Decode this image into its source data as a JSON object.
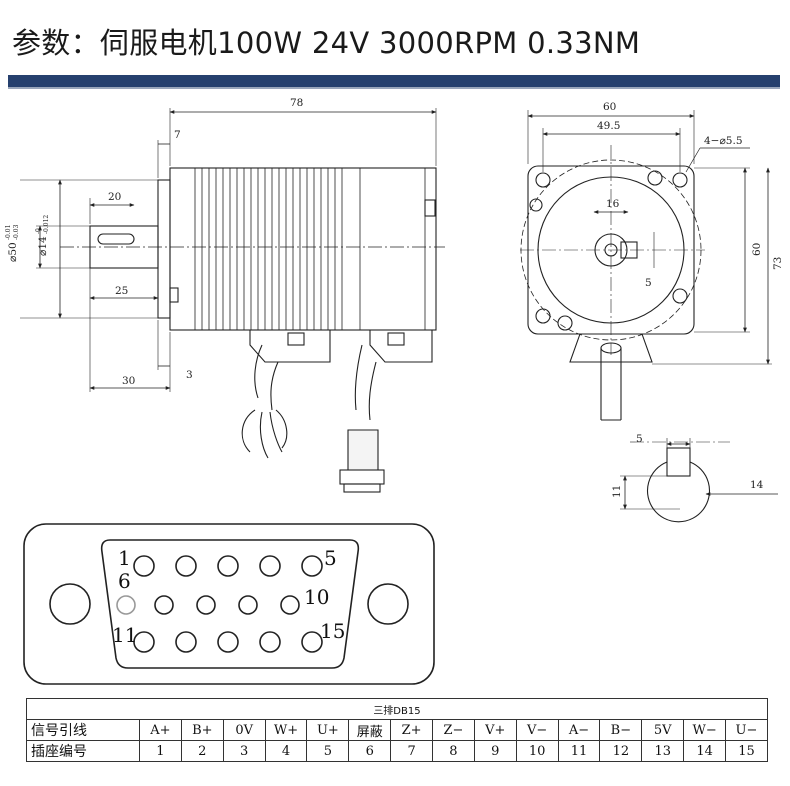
{
  "title": "参数：伺服电机100W 24V 3000RPM 0.33NM",
  "colors": {
    "band": "#26406e"
  },
  "side_view": {
    "dims": {
      "total_length": "78",
      "flange": "7",
      "keyway": "20",
      "flange_diameter": "⌀50",
      "flange_tol_top": "-0.01",
      "flange_tol_bottom": "-0.03",
      "shaft_diameter": "⌀14",
      "shaft_tol_top": "-0",
      "shaft_tol_bottom": "-0.012",
      "shaft_length": "25",
      "shaft_total": "30",
      "pilot": "3"
    }
  },
  "front_view": {
    "dims": {
      "width": "60",
      "hole_spacing": "49.5",
      "holes": "4−⌀5.5",
      "key_width": "16",
      "height": "60",
      "total_height": "73",
      "key_depth": "5"
    }
  },
  "shaft_section": {
    "dims": {
      "key": "5",
      "flat": "11",
      "diameter": "14"
    }
  },
  "connector": {
    "pin_labels": [
      "1",
      "5",
      "6",
      "10",
      "11",
      "15"
    ]
  },
  "pin_table": {
    "caption": "三排DB15",
    "row1_header": "信号引线",
    "row2_header": "插座编号",
    "signals": [
      "A+",
      "B+",
      "0V",
      "W+",
      "U+",
      "屏蔽",
      "Z+",
      "Z−",
      "V+",
      "V−",
      "A−",
      "B−",
      "5V",
      "W−",
      "U−"
    ],
    "numbers": [
      "1",
      "2",
      "3",
      "4",
      "5",
      "6",
      "7",
      "8",
      "9",
      "10",
      "11",
      "12",
      "13",
      "14",
      "15"
    ]
  }
}
